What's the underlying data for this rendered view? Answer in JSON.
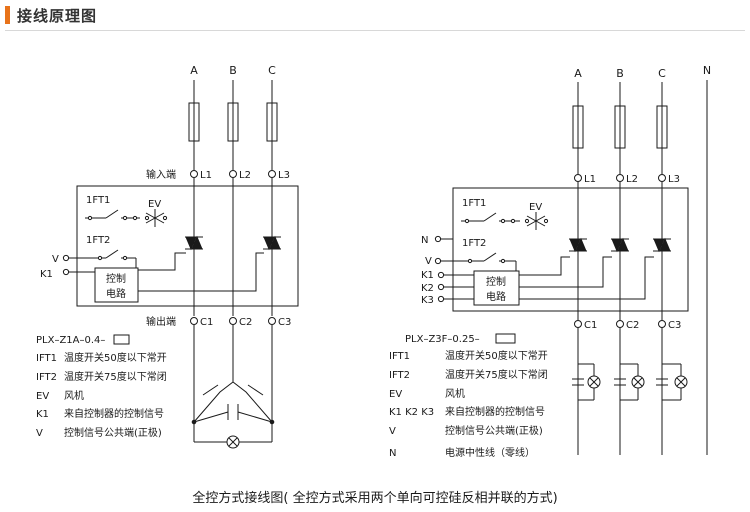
{
  "header": {
    "title": "接线原理图"
  },
  "left": {
    "phases": [
      "A",
      "B",
      "C"
    ],
    "input_label": "输入端",
    "input_terms": [
      "L1",
      "L2",
      "L3"
    ],
    "output_label": "输出端",
    "output_terms": [
      "C1",
      "C2",
      "C3"
    ],
    "ft1": "1FT1",
    "ev": "EV",
    "ft2": "1FT2",
    "v": "V",
    "k1": "K1",
    "controller": [
      "控制",
      "电路"
    ],
    "model": "PLX–Z1A–0.4–",
    "legend": [
      {
        "code": "IFT1",
        "desc": "温度开关50度以下常开"
      },
      {
        "code": "IFT2",
        "desc": "温度开关75度以下常闭"
      },
      {
        "code": "EV",
        "desc": "风机"
      },
      {
        "code": "K1",
        "desc": "来自控制器的控制信号"
      },
      {
        "code": "V",
        "desc": "控制信号公共端(正极)"
      }
    ]
  },
  "right": {
    "phases": [
      "A",
      "B",
      "C"
    ],
    "neutral": "N",
    "input_terms": [
      "L1",
      "L2",
      "L3"
    ],
    "output_terms": [
      "C1",
      "C2",
      "C3"
    ],
    "ft1": "1FT1",
    "ev": "EV",
    "ft2": "1FT2",
    "n_in": "N",
    "v": "V",
    "k1": "K1",
    "k2": "K2",
    "k3": "K3",
    "controller": [
      "控制",
      "电路"
    ],
    "model": "PLX–Z3F–0.25–",
    "legend": [
      {
        "code": "IFT1",
        "desc": "温度开关50度以下常开"
      },
      {
        "code": "IFT2",
        "desc": "温度开关75度以下常闭"
      },
      {
        "code": "EV",
        "desc": "风机"
      },
      {
        "code": "K1 K2 K3",
        "desc": "来自控制器的控制信号"
      },
      {
        "code": "V",
        "desc": "控制信号公共端(正极)"
      },
      {
        "code": "N",
        "desc": "电源中性线（零线）"
      }
    ]
  },
  "caption": "全控方式接线图( 全控方式采用两个单向可控硅反相并联的方式)"
}
